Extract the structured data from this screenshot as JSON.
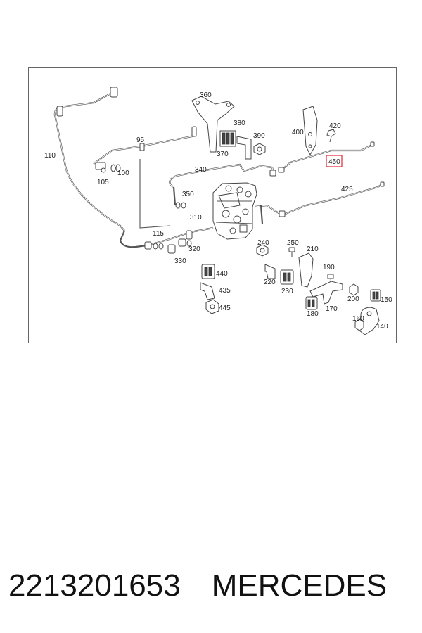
{
  "highlight_color": "#e0393e",
  "callouts": {
    "c360": "360",
    "c380": "380",
    "c390": "390",
    "c370": "370",
    "c400": "400",
    "c420": "420",
    "c450": "450",
    "c110": "110",
    "c95": "95",
    "c100": "100",
    "c105": "105",
    "c340": "340",
    "c350": "350",
    "c425": "425",
    "c310": "310",
    "c115": "115",
    "c320": "320",
    "c330": "330",
    "c240": "240",
    "c250": "250",
    "c210": "210",
    "c220": "220",
    "c230": "230",
    "c190": "190",
    "c200": "200",
    "c170": "170",
    "c180": "180",
    "c150": "150",
    "c160": "160",
    "c140": "140",
    "c440": "440",
    "c435": "435",
    "c445": "445"
  },
  "footer": {
    "part_number": "2213201653",
    "brand": "MERCEDES"
  }
}
